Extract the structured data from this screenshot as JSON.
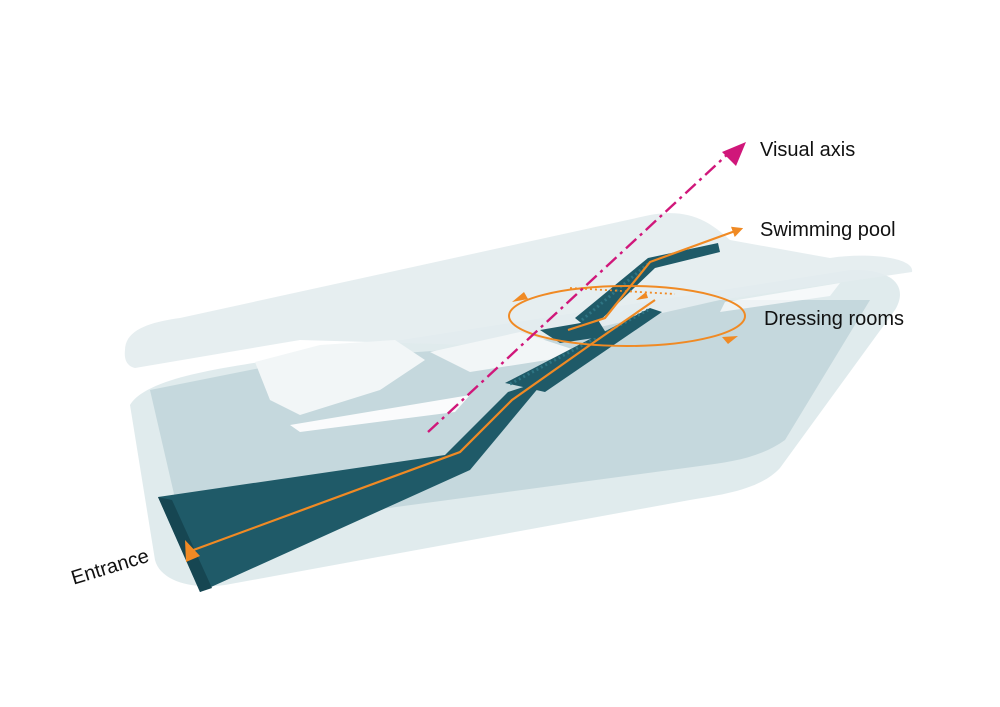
{
  "labels": {
    "visual_axis": "Visual axis",
    "swimming_pool": "Swimming pool",
    "dressing_rooms": "Dressing rooms",
    "entrance": "Entrance"
  },
  "colors": {
    "slab_fill": "#d7e5e8",
    "slab_edge": "#c3d6db",
    "deep_fill": "#a9c4ca",
    "ramp": "#1f5a68",
    "ramp_dark": "#164652",
    "path": "#f08a24",
    "axis": "#d0177a"
  },
  "icons": [
    "arrowhead-icon",
    "circulation-loop-icon"
  ]
}
